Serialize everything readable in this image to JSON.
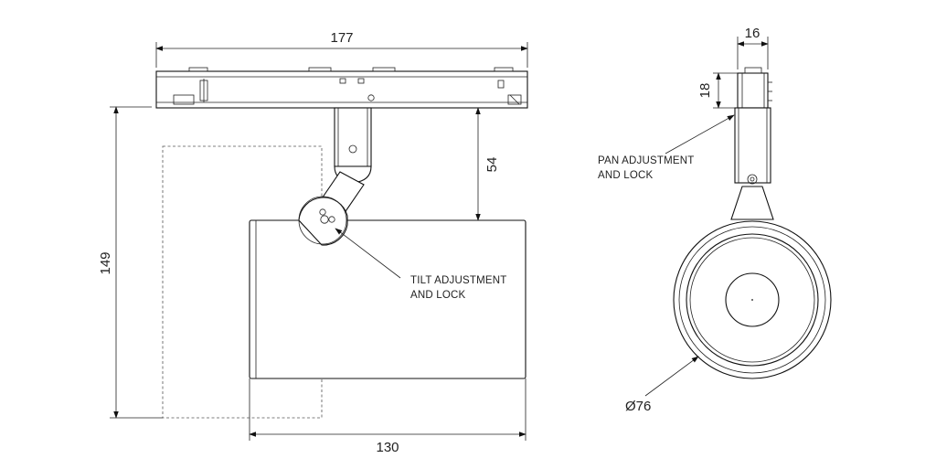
{
  "dimensions": {
    "length": "177",
    "height": "149",
    "offset": "54",
    "body_length": "130",
    "top_width": "16",
    "top_height": "18",
    "diameter": "Ø76"
  },
  "notes": {
    "tilt_line1": "TILT ADJUSTMENT",
    "tilt_line2": "AND LOCK",
    "pan_line1": "PAN ADJUSTMENT",
    "pan_line2": "AND LOCK"
  }
}
